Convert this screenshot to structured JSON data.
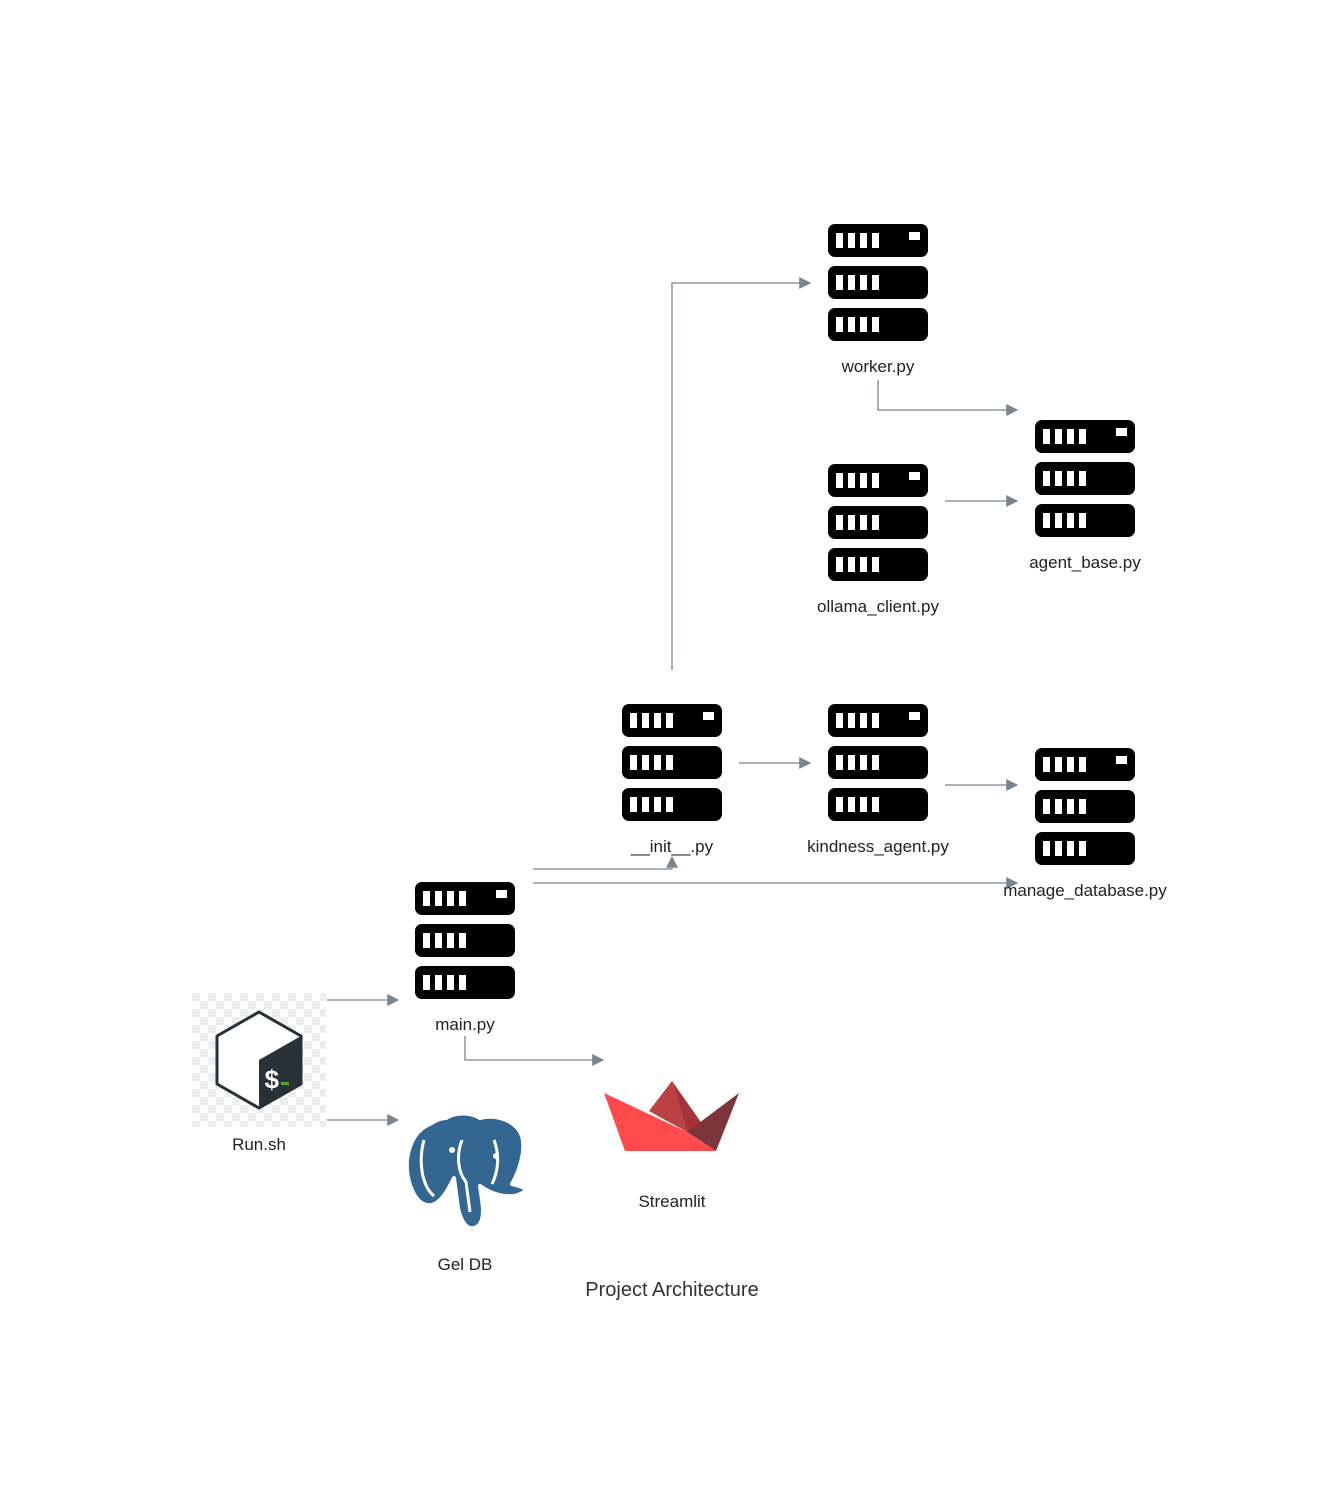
{
  "diagram": {
    "title": "Project Architecture",
    "colors": {
      "edge": "#7a8590",
      "server": "#000000",
      "postgres": "#336791",
      "bash": "#293138",
      "streamlit": "#ff4b4b"
    },
    "nodes": {
      "worker": {
        "label": "worker.py",
        "icon": "server-icon"
      },
      "agent_base": {
        "label": "agent_base.py",
        "icon": "server-icon"
      },
      "ollama_client": {
        "label": "ollama_client.py",
        "icon": "server-icon"
      },
      "init": {
        "label": "__init__.py",
        "icon": "server-icon"
      },
      "kindness_agent": {
        "label": "kindness_agent.py",
        "icon": "server-icon"
      },
      "manage_database": {
        "label": "manage_database.py",
        "icon": "server-icon"
      },
      "main": {
        "label": "main.py",
        "icon": "server-icon"
      },
      "run_sh": {
        "label": "Run.sh",
        "icon": "bash-terminal-icon"
      },
      "gel_db": {
        "label": "Gel DB",
        "icon": "postgresql-elephant-icon"
      },
      "streamlit": {
        "label": "Streamlit",
        "icon": "streamlit-boat-icon"
      }
    },
    "edges": [
      {
        "from": "init",
        "to": "worker"
      },
      {
        "from": "worker",
        "to": "agent_base"
      },
      {
        "from": "ollama_client",
        "to": "agent_base"
      },
      {
        "from": "init",
        "to": "kindness_agent"
      },
      {
        "from": "kindness_agent",
        "to": "manage_database"
      },
      {
        "from": "main",
        "to": "init"
      },
      {
        "from": "main",
        "to": "manage_database"
      },
      {
        "from": "run_sh",
        "to": "main"
      },
      {
        "from": "run_sh",
        "to": "gel_db"
      },
      {
        "from": "main",
        "to": "streamlit"
      }
    ]
  }
}
